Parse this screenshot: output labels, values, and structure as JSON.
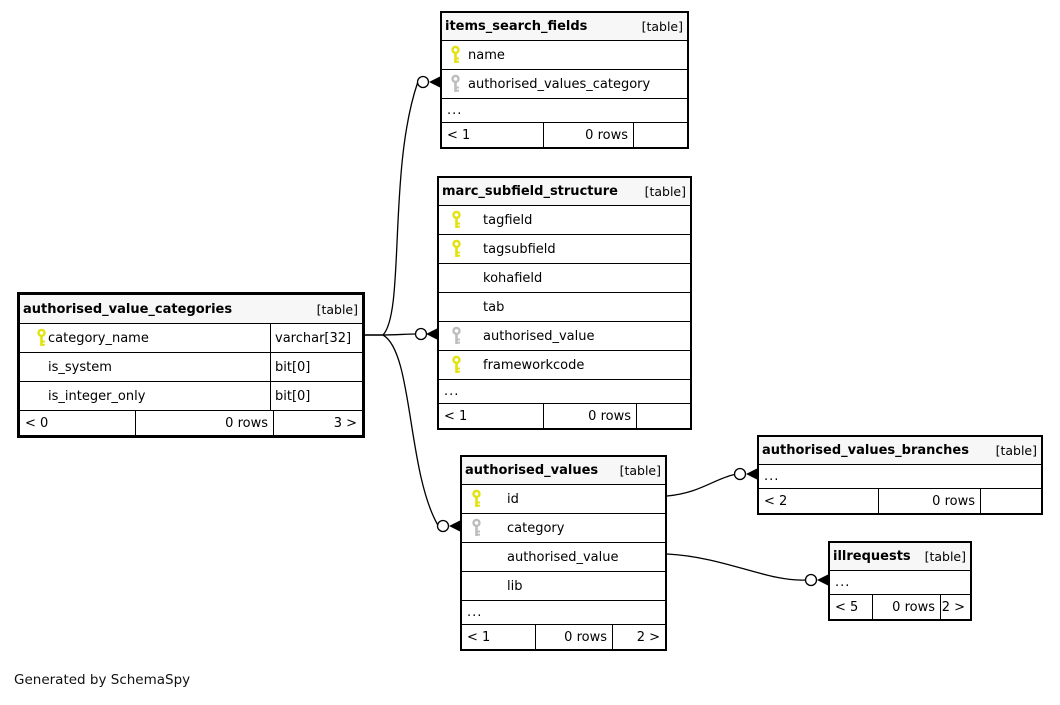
{
  "page": {
    "footer_note": "Generated by SchemaSpy"
  },
  "colors": {
    "header_bg": "#f7f7f7",
    "border": "#000000",
    "primary_key": "#e2e20c",
    "foreign_key": "#bdbdbd",
    "edge": "#000000"
  },
  "tables": [
    {
      "id": "items_search_fields",
      "name": "items_search_fields",
      "type_label": "[table]",
      "columns": [
        {
          "name": "name",
          "key": "primary"
        },
        {
          "name": "authorised_values_category",
          "key": "foreign"
        }
      ],
      "ellipsis": "...",
      "footer": {
        "parents": "< 1",
        "rows": "0 rows",
        "children": ""
      }
    },
    {
      "id": "marc_subfield_structure",
      "name": "marc_subfield_structure",
      "type_label": "[table]",
      "columns": [
        {
          "name": "tagfield",
          "key": "primary"
        },
        {
          "name": "tagsubfield",
          "key": "primary"
        },
        {
          "name": "kohafield",
          "key": "none"
        },
        {
          "name": "tab",
          "key": "none"
        },
        {
          "name": "authorised_value",
          "key": "foreign"
        },
        {
          "name": "frameworkcode",
          "key": "primary"
        }
      ],
      "ellipsis": "...",
      "footer": {
        "parents": "< 1",
        "rows": "0 rows",
        "children": ""
      }
    },
    {
      "id": "authorised_value_categories",
      "name": "authorised_value_categories",
      "type_label": "[table]",
      "columns": [
        {
          "name": "category_name",
          "key": "primary",
          "type": "varchar[32]"
        },
        {
          "name": "is_system",
          "key": "none",
          "type": "bit[0]"
        },
        {
          "name": "is_integer_only",
          "key": "none",
          "type": "bit[0]"
        }
      ],
      "ellipsis": "",
      "footer": {
        "parents": "< 0",
        "rows": "0 rows",
        "children": "3 >"
      }
    },
    {
      "id": "authorised_values",
      "name": "authorised_values",
      "type_label": "[table]",
      "columns": [
        {
          "name": "id",
          "key": "primary"
        },
        {
          "name": "category",
          "key": "foreign"
        },
        {
          "name": "authorised_value",
          "key": "none"
        },
        {
          "name": "lib",
          "key": "none"
        }
      ],
      "ellipsis": "...",
      "footer": {
        "parents": "< 1",
        "rows": "0 rows",
        "children": "2 >"
      }
    },
    {
      "id": "authorised_values_branches",
      "name": "authorised_values_branches",
      "type_label": "[table]",
      "columns": [],
      "ellipsis": "...",
      "footer": {
        "parents": "< 2",
        "rows": "0 rows",
        "children": ""
      }
    },
    {
      "id": "illrequests",
      "name": "illrequests",
      "type_label": "[table]",
      "columns": [],
      "ellipsis": "...",
      "footer": {
        "parents": "< 5",
        "rows": "0 rows",
        "children": "2 >"
      }
    }
  ],
  "relationships": [
    {
      "from": "authorised_value_categories.category_name",
      "to": "items_search_fields.authorised_values_category"
    },
    {
      "from": "authorised_value_categories.category_name",
      "to": "marc_subfield_structure.authorised_value"
    },
    {
      "from": "authorised_value_categories.category_name",
      "to": "authorised_values.category"
    },
    {
      "from": "authorised_values.id",
      "to": "authorised_values_branches"
    },
    {
      "from": "authorised_values.authorised_value",
      "to": "illrequests"
    }
  ]
}
